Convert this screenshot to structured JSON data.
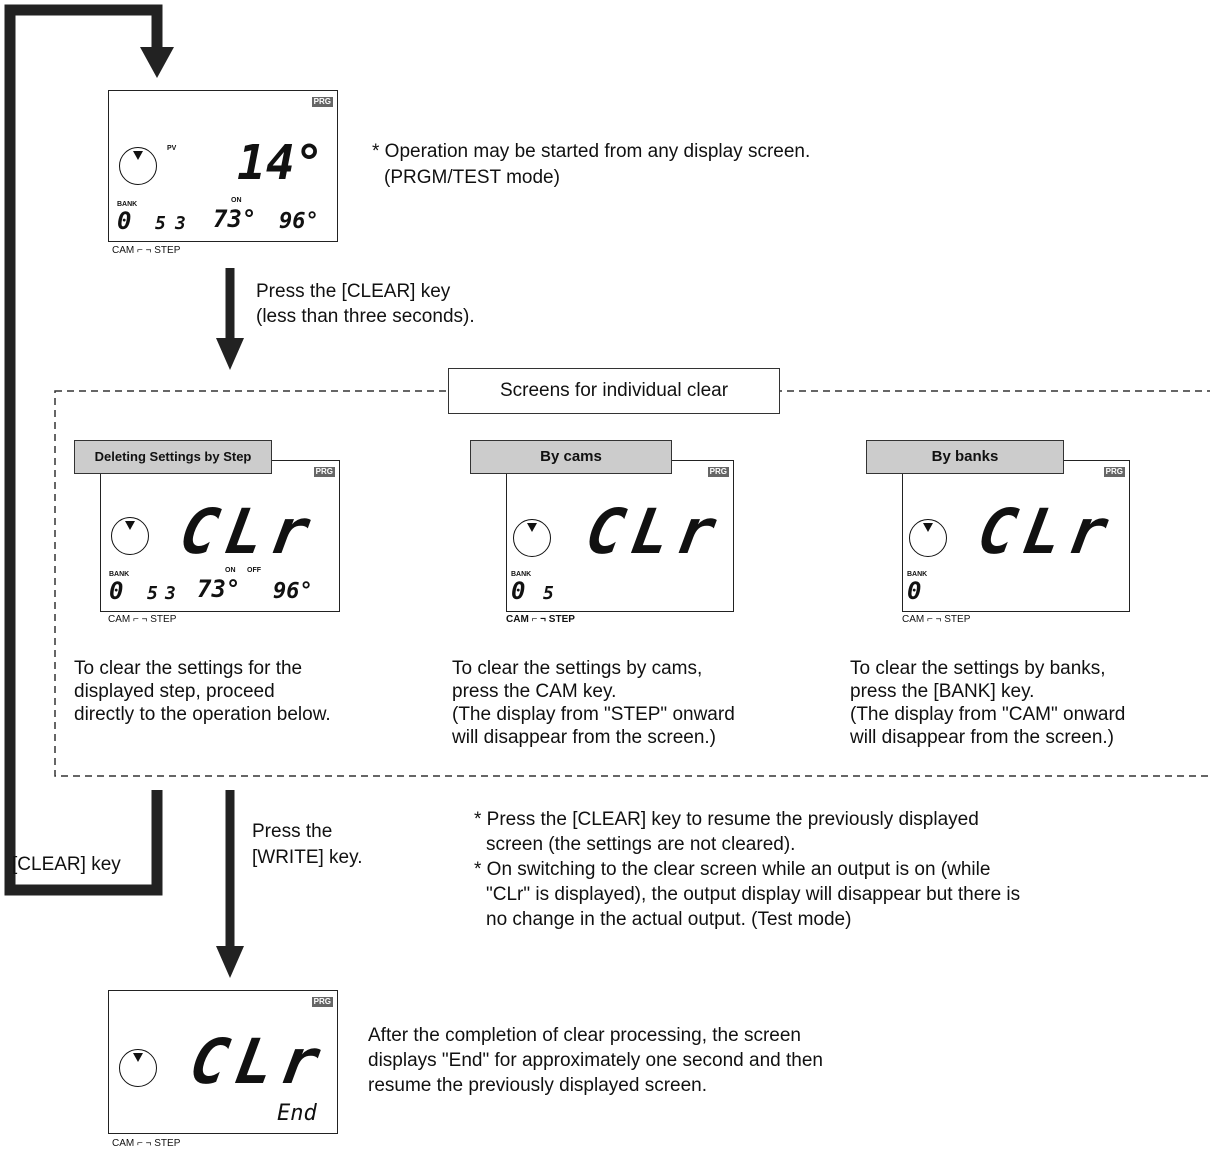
{
  "lcd": {
    "prg": "PRG",
    "pv": "PV",
    "bank": "BANK",
    "on": "ON",
    "off": "OFF",
    "cam": "CAM",
    "step": "STEP",
    "clr": "CLr",
    "end": "End",
    "top_value": "14°",
    "digits_bank": "0",
    "digits_cam": "5",
    "digits_step": "3",
    "digits_on": "73°",
    "digits_off": "96°"
  },
  "notes": {
    "top_note_1": "* Operation may be started from any display screen.",
    "top_note_2": "(PRGM/TEST mode)",
    "press_clear_1": "Press the [CLEAR] key",
    "press_clear_2": "(less than three seconds).",
    "section_title": "Screens for individual clear",
    "box1_header": "Deleting Settings by Step",
    "box2_header": "By cams",
    "box3_header": "By banks",
    "col1": [
      "To clear the settings for the",
      "displayed step, proceed",
      "directly to the operation below."
    ],
    "col2": [
      "To clear the settings by cams,",
      "press the CAM key.",
      "(The display from \"STEP\" onward",
      "will disappear from the screen.)"
    ],
    "col3": [
      "To clear the settings by banks,",
      "press the [BANK] key.",
      "(The display from \"CAM\" onward",
      "will disappear from the screen.)"
    ],
    "clear_key": "[CLEAR] key",
    "press_write_1": "Press the",
    "press_write_2": "[WRITE] key.",
    "star1_1": "* Press the [CLEAR] key to resume the previously displayed",
    "star1_2": "screen (the settings are not cleared).",
    "star2_1": "* On switching to the clear screen while an output is on (while",
    "star2_2": "\"CLr\" is displayed), the output display will disappear but there is",
    "star2_3": "no change in the actual output.  (Test mode)",
    "final_1": "After the completion of clear processing, the screen",
    "final_2": "displays \"End\" for approximately one second and then",
    "final_3": "resume the previously displayed screen."
  }
}
